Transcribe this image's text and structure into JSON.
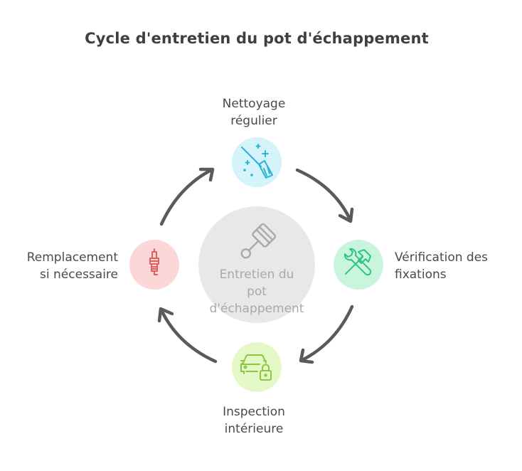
{
  "title": "Cycle d'entretien du pot d'échappement",
  "center": {
    "lines": [
      "Entretien du",
      "pot",
      "d'échappement"
    ],
    "icon": "piston-icon"
  },
  "steps": [
    {
      "id": "nettoyage",
      "lines": [
        "Nettoyage",
        "régulier"
      ],
      "icon": "broom-sparkles-icon",
      "color": "#d4f3fb",
      "stroke": "#2ab3d3"
    },
    {
      "id": "verification",
      "lines": [
        "Vérification des",
        "fixations"
      ],
      "icon": "wrench-hammer-icon",
      "color": "#c9f5df",
      "stroke": "#2fc47f"
    },
    {
      "id": "inspection",
      "lines": [
        "Inspection",
        "intérieure"
      ],
      "icon": "car-lock-icon",
      "color": "#e5f9c8",
      "stroke": "#8cc73f"
    },
    {
      "id": "remplacement",
      "lines": [
        "Remplacement",
        "si nécessaire"
      ],
      "icon": "spark-plug-icon",
      "color": "#fcd7d7",
      "stroke": "#e06060"
    }
  ],
  "colors": {
    "arrow": "#5a5a5a",
    "center_fill": "#e8e8e8",
    "center_icon": "#a9a9a9"
  }
}
